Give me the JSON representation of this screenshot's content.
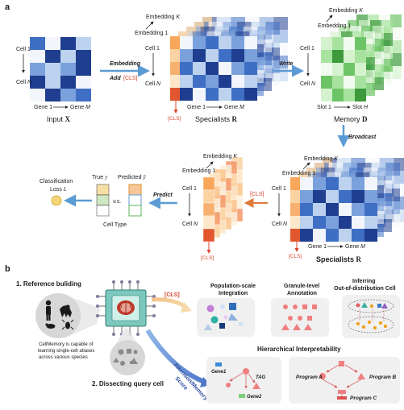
{
  "panel_a": {
    "label": "a",
    "input": {
      "cell1": "Cell 1",
      "cellN": "Cell ",
      "cellN_sym": "N",
      "gene1": "Gene 1",
      "geneM": "Gene ",
      "geneM_sym": "M",
      "title": "Input ",
      "title_sym": "X"
    },
    "embed_arrow": {
      "line1": "Embedding",
      "line2": "Add",
      "cls": "[CLS]"
    },
    "specialists_top": {
      "embK": "Embedding ",
      "embK_sym": "K",
      "emb1": "Embedding 1",
      "cell1": "Cell 1",
      "cellN": "Cell ",
      "cellN_sym": "N",
      "gene1": "Gene 1",
      "geneM": "Gene ",
      "geneM_sym": "M",
      "cls": "[CLS]",
      "title": "Specialists ",
      "title_sym": "R"
    },
    "write_label": "Write",
    "memory": {
      "embK": "Embedding ",
      "embK_sym": "K",
      "emb1": "Embedding 1",
      "cell1": "Cell 1",
      "cellN": "Cell ",
      "cellN_sym": "N",
      "slot1": "Slot 1",
      "slotH": "Slot ",
      "slotH_sym": "H",
      "title": "Memory ",
      "title_sym": "D"
    },
    "broadcast_label": "Broadcast",
    "specialists_bottom": {
      "embK": "Embedding ",
      "embK_sym": "K",
      "emb1": "Embedding 1",
      "cell1": "Cell 1",
      "cellN": "Cell ",
      "cellN_sym": "N",
      "gene1": "Gene 1",
      "geneM": "Gene ",
      "geneM_sym": "M",
      "cls": "[CLS]",
      "title": "Specialists ",
      "title_sym": "R"
    },
    "mid_cluster": {
      "embK": "Embedding ",
      "embK_sym": "K",
      "emb1": "Embedding 1",
      "cell1": "Cell 1",
      "cellN": "Cell ",
      "cellN_sym": "N",
      "cls": "[CLS]",
      "cls_arrow": "[CLS]"
    },
    "predict_label": "Predict",
    "truth": {
      "true": "True ",
      "true_sym": "y",
      "predicted": "Predicted ",
      "predicted_sym": "ŷ",
      "vs": "v.s.",
      "cell_type": "Cell Type"
    },
    "loss": {
      "line1": "Classification",
      "line2": "Loss ",
      "line2_sym": "L"
    }
  },
  "panel_b": {
    "label": "b",
    "ref_title": "1. Reference buliding",
    "ref_desc": [
      "CellMemory is capable of",
      "learning single-cell atlases",
      "across various species"
    ],
    "cls": "[CLS]",
    "attention_label": [
      "Attention/Memory",
      "Score"
    ],
    "query_title": "2. Dissecting query cell",
    "tasks": [
      {
        "line1": "Population-scale",
        "line2": "Integration"
      },
      {
        "line1": "Granule-level",
        "line2": "Annotation"
      },
      {
        "line1": "Inferring",
        "line2": "Out-of-distribution Cell"
      }
    ],
    "hier_title": "Hierarchical Interpretability",
    "genes": {
      "g1": "Gene1",
      "tag": "TAG",
      "g2": "Gene2"
    },
    "programs": {
      "a": "Program A",
      "b": "Program B",
      "c": "Program C"
    }
  },
  "colors": {
    "blue_arrow": "#5b9bd5",
    "orange": "#e07a3a",
    "red": "#d9442a",
    "grid_dark": "#1f3e8f",
    "memory_green": "#3c9a3c",
    "task_bg": "#f0f0f0"
  }
}
